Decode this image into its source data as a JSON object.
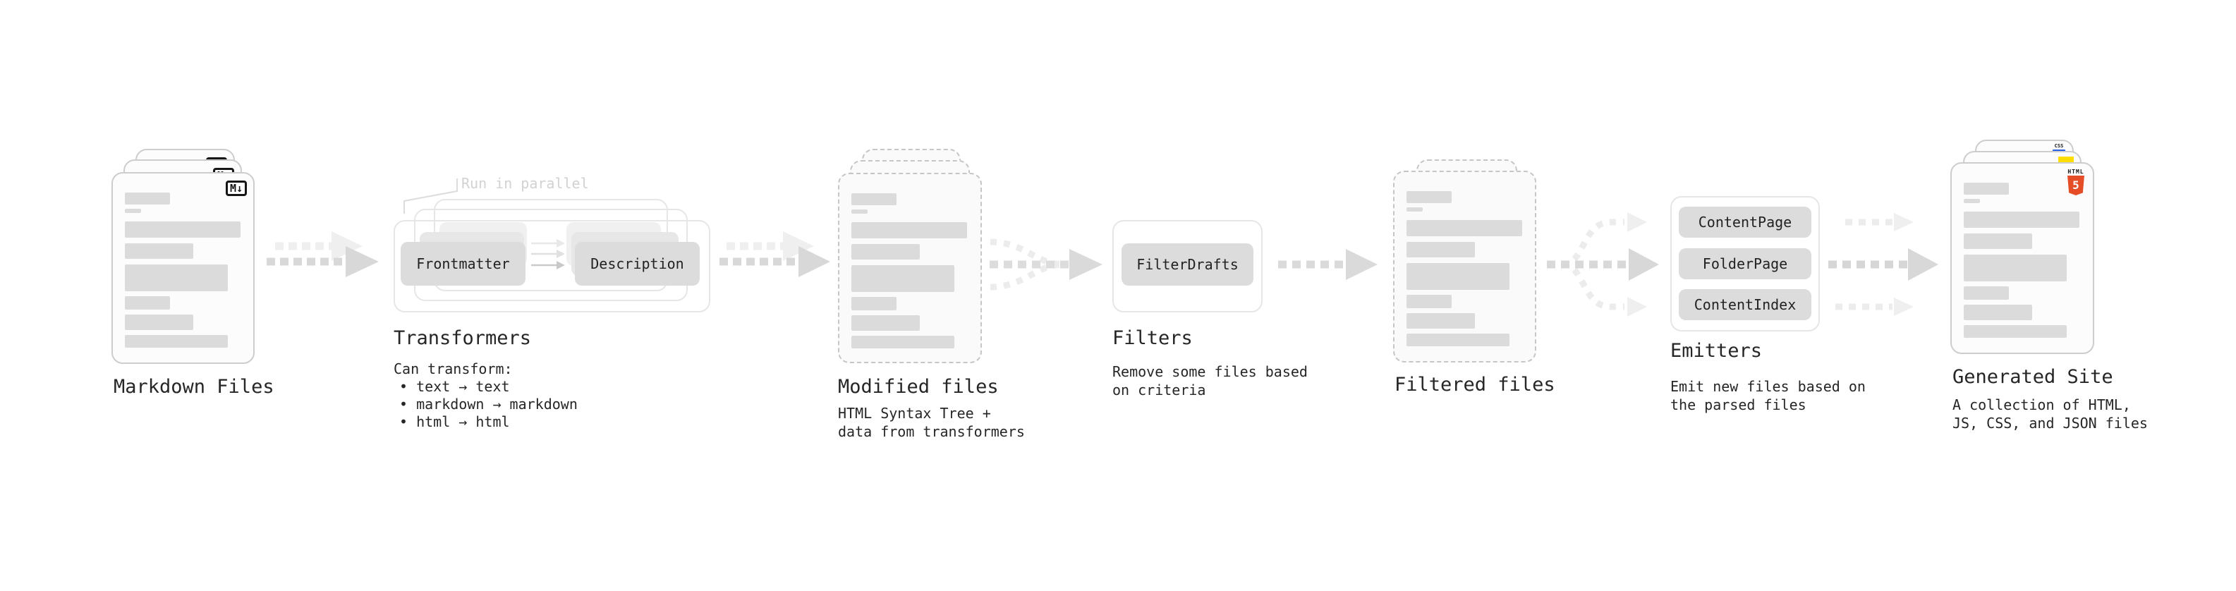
{
  "colors": {
    "text-dark": "#262626",
    "text-faint": "#d2d2d2",
    "card-bg": "#fcfcfc",
    "card-border": "#cdcdcd",
    "dashed-bg": "#fafafa",
    "dashed-border": "#c6c6c6",
    "bar": "#dbdbdb",
    "box-border": "#e6e6e6",
    "chip-bg": "#dcdcdc",
    "chip-ghost1": "#e7e7e7",
    "chip-ghost2": "#f0f0f0",
    "arrow-dark": "#d8d8d8",
    "arrow-light": "#efefef",
    "css-blue": "#2760e6",
    "js-yellow": "#ffdd00",
    "html5-orange": "#e44d26"
  },
  "stages": {
    "markdown": {
      "title": "Markdown Files",
      "icon_label": "M↓"
    },
    "transformers": {
      "title": "Transformers",
      "annotation": "Run in parallel",
      "chip_left": "Frontmatter",
      "chip_right": "Description",
      "desc_heading": "Can transform:",
      "bullets": [
        "• text → text",
        "• markdown → markdown",
        "• html → html"
      ]
    },
    "modified": {
      "title": "Modified files",
      "subtitle_lines": [
        "HTML Syntax Tree +",
        "data from transformers"
      ]
    },
    "filters": {
      "title": "Filters",
      "chip": "FilterDrafts",
      "subtitle_lines": [
        "Remove some files based",
        "on criteria"
      ]
    },
    "filtered": {
      "title": "Filtered files"
    },
    "emitters": {
      "title": "Emitters",
      "chips": [
        "ContentPage",
        "FolderPage",
        "ContentIndex"
      ],
      "subtitle_lines": [
        "Emit new files based on",
        "the parsed files"
      ]
    },
    "generated": {
      "title": "Generated Site",
      "subtitle_lines": [
        "A collection of HTML,",
        "JS, CSS, and JSON files"
      ],
      "css_icon_label": "CSS",
      "html5_icon_label": "HTML",
      "html5_icon_number": "5"
    }
  }
}
